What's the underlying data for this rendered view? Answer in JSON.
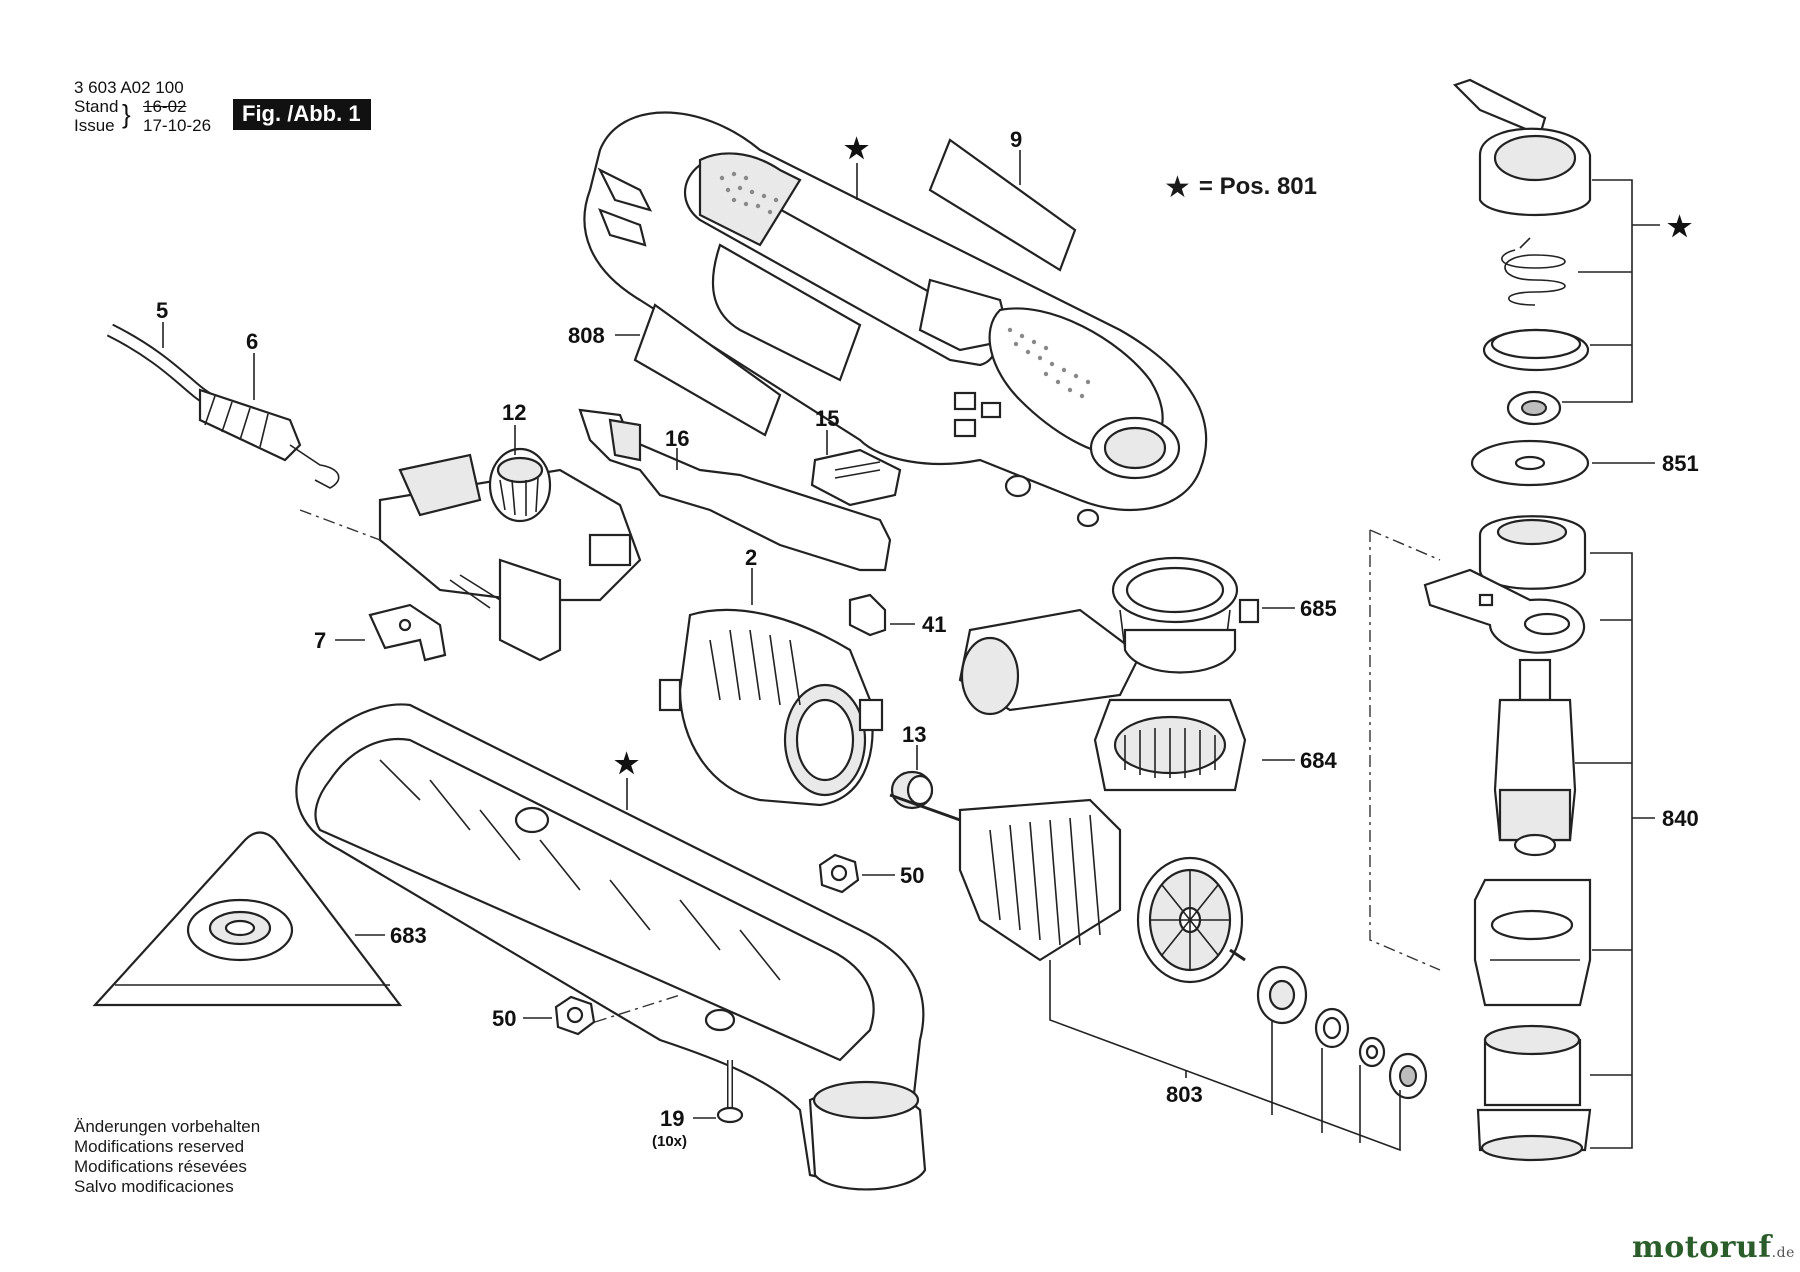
{
  "header": {
    "part_number": "3 603 A02 100",
    "stand_label": "Stand",
    "issue_label": "Issue",
    "stand_value": "16-02",
    "issue_value": "17-10-26",
    "figure": "Fig. /Abb. 1"
  },
  "legend": {
    "symbol": "★",
    "text": "= Pos. 801"
  },
  "callouts": {
    "c9": "9",
    "c5": "5",
    "c6": "6",
    "c808": "808",
    "c12": "12",
    "c16": "16",
    "c15": "15",
    "c2": "2",
    "c41": "41",
    "c7": "7",
    "c13": "13",
    "c685": "685",
    "c684": "684",
    "c50a": "50",
    "c683": "683",
    "c50b": "50",
    "c19": "19",
    "c19qty": "(10x)",
    "c803": "803",
    "c851": "851",
    "c840": "840"
  },
  "stars": {
    "symbol": "★"
  },
  "modifications": [
    "Änderungen vorbehalten",
    "Modifications reserved",
    "Modifications résevées",
    "Salvo modificaciones"
  ],
  "logo": {
    "name": "motoruf",
    "tld": ".de"
  }
}
